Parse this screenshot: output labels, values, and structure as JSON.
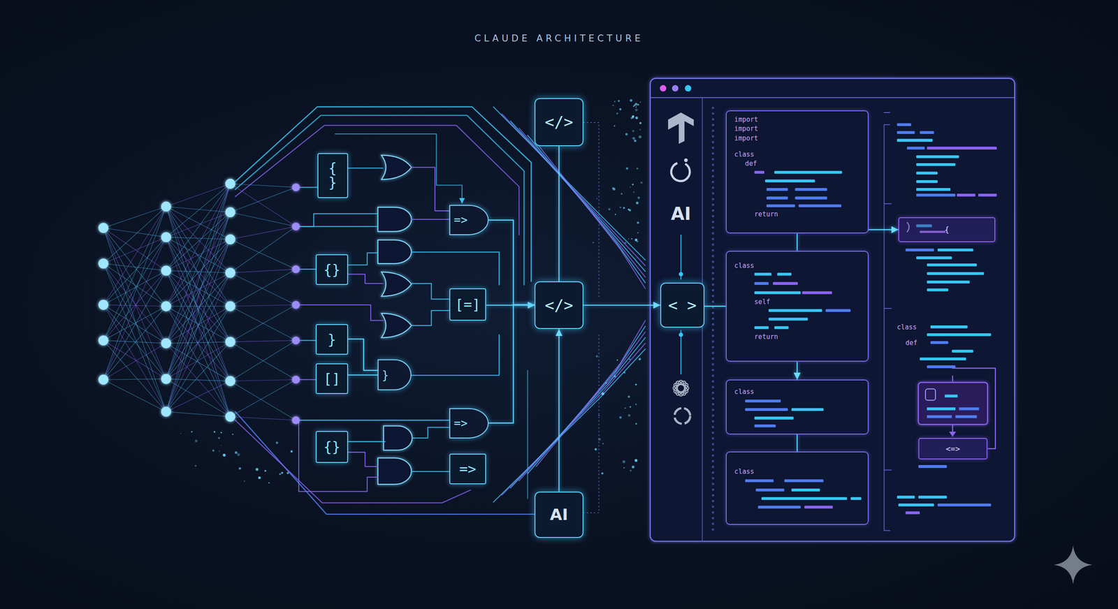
{
  "diagram": {
    "title": "CLAUDE ARCHITECTURE",
    "nodes": [
      {
        "text": [
          "{ }"
        ]
      },
      {
        "text": [
          "{}"
        ]
      },
      {
        "text": [
          "}"
        ]
      },
      {
        "text": [
          "[]"
        ]
      },
      {
        "text": [
          "{}"
        ]
      },
      {
        "text": [
          "=>"
        ]
      },
      {
        "text": [
          "[=]"
        ]
      },
      {
        "text": [
          "}"
        ]
      },
      {
        "text": [
          "=>"
        ]
      },
      {
        "text": [
          "=>"
        ]
      },
      {
        "text": [
          "</>"
        ]
      },
      {
        "text": [
          "</>"
        ]
      },
      {
        "text": [
          "AI"
        ]
      },
      {
        "text": [
          "< >"
        ]
      },
      {
        "text": [
          "import",
          "import",
          "import",
          "class",
          "def",
          "return"
        ]
      },
      {
        "text": [
          "class",
          "self",
          "return"
        ]
      },
      {
        "text": [
          "class"
        ]
      },
      {
        "text": [
          "class"
        ]
      },
      {
        "text": [
          "{"
        ]
      },
      {
        "text": [
          "<=>"
        ]
      }
    ],
    "edges": [
      {
        "from": 5,
        "to": 11,
        "arrow": "none"
      },
      {
        "from": 6,
        "to": 11,
        "arrow": "to"
      },
      {
        "from": 8,
        "to": 11,
        "arrow": "none"
      },
      {
        "from": 10,
        "to": 11,
        "arrow": "none"
      },
      {
        "from": 12,
        "to": 11,
        "arrow": "to"
      },
      {
        "from": 11,
        "to": 13,
        "arrow": "to"
      },
      {
        "from": 13,
        "to": 15,
        "arrow": "none"
      },
      {
        "from": 14,
        "to": 15,
        "arrow": "none"
      },
      {
        "from": 15,
        "to": 16,
        "arrow": "to"
      },
      {
        "from": 16,
        "to": 17,
        "arrow": "none"
      },
      {
        "from": 3,
        "to": 7,
        "arrow": "none"
      },
      {
        "from": 2,
        "to": 7,
        "arrow": "none"
      },
      {
        "from": 14,
        "to": 18,
        "arrow": "to"
      }
    ],
    "labels": [
      "AI",
      "class",
      "def"
    ]
  }
}
